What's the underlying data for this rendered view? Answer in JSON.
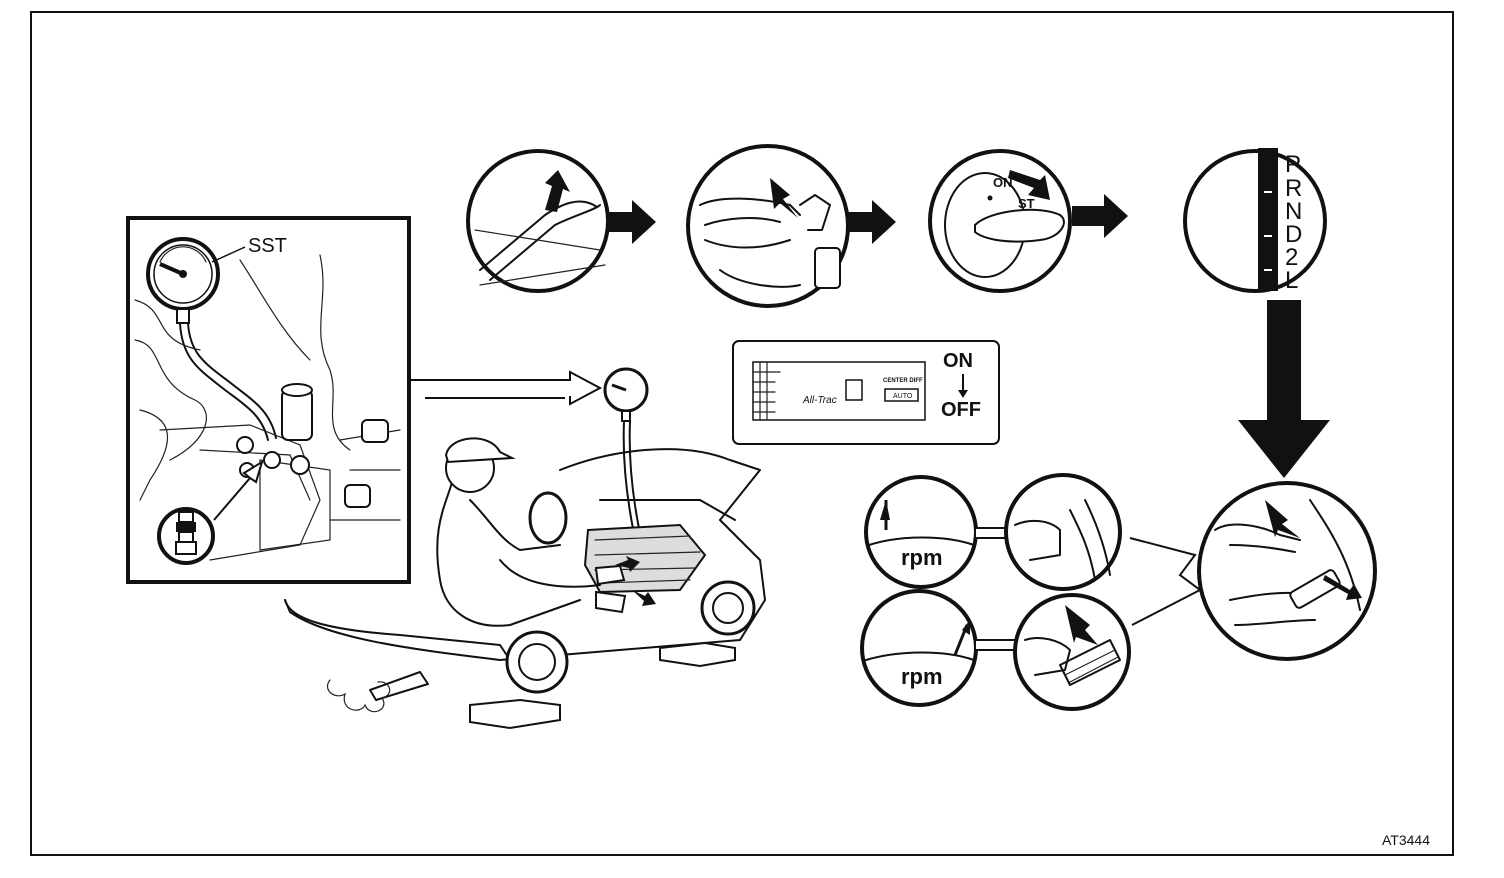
{
  "sst_label": "SST",
  "figure_code": "AT3444",
  "switch": {
    "on": "ON",
    "off": "OFF",
    "brand": "All-Trac",
    "center_diff": "CENTER DIFF",
    "auto": "AUTO"
  },
  "ignition": {
    "on": "ON",
    "st": "ST"
  },
  "shift_positions": [
    "P",
    "R",
    "N",
    "D",
    "2",
    "L"
  ],
  "tach": {
    "upper": "rpm",
    "lower": "rpm"
  }
}
